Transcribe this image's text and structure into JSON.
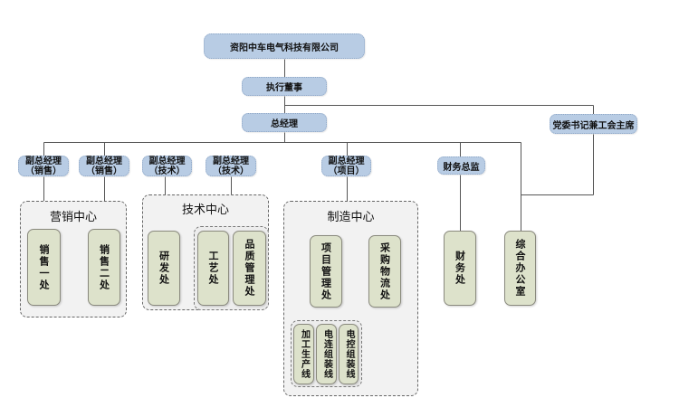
{
  "company": "资阳中车电气科技有限公司",
  "executive_director": "执行董事",
  "general_manager": "总经理",
  "party_secretary": "党委书记兼工会主席",
  "deputies": [
    {
      "title": "副总经理",
      "area": "（销售）"
    },
    {
      "title": "副总经理",
      "area": "（销售）"
    },
    {
      "title": "副总经理",
      "area": "（技术）"
    },
    {
      "title": "副总经理",
      "area": "（技术）"
    },
    {
      "title": "副总经理",
      "area": "（项目）"
    }
  ],
  "finance_director": "财务总监",
  "centers": {
    "marketing": {
      "title": "营销中心",
      "departments": [
        "销售一处",
        "销售二处"
      ]
    },
    "technology": {
      "title": "技术中心",
      "departments": [
        "研发处",
        "工艺处",
        "品质管理处"
      ]
    },
    "manufacturing": {
      "title": "制造中心",
      "departments": [
        "项目管理处",
        "采购物流处"
      ],
      "production_lines": [
        "加工生产线",
        "电连组装线",
        "电控组装线"
      ]
    }
  },
  "finance_department": "财务处",
  "general_office": "综合办公室",
  "colors": {
    "management_box": "#B8CCE4",
    "department_box": "#DDE2CB",
    "center_background": "#F2F2F2",
    "connector": "#555555"
  }
}
